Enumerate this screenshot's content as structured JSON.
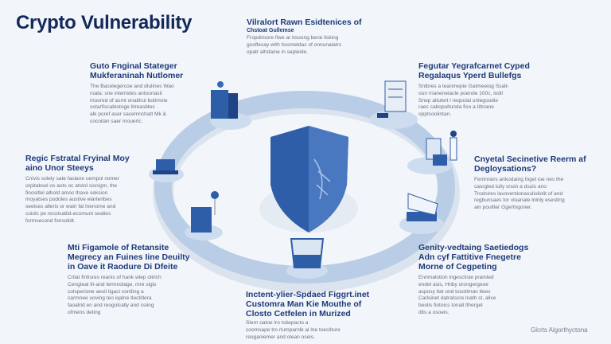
{
  "title": "Crypto Vulnerability",
  "blocks": [
    {
      "id": "top-center",
      "heading": "Vilralort Rawn Esidtenices of",
      "subheading": "Chstoat Gullemse",
      "body": [
        "Fropdiroore fiwe ar bsoong bene lisking",
        "gooflesay with hosmeldas of onnunalatrs",
        "opatr alhdaine in sepleide."
      ]
    },
    {
      "id": "upper-left",
      "heading": "Guto Fnginal Stateger Mukferaninah Nutlomer",
      "body": [
        "The Bacelegercoe and dlulines Wao",
        "rsata: sne inlemides antoonasil",
        "moored of asmt onailtrul botimnie",
        "ostarfiscabiotoge litreasbtes",
        "alk poref aser sacemnchatt Mk &",
        "cocoitan saer moueric."
      ]
    },
    {
      "id": "upper-right",
      "heading": "Fegutar Yegrafcarnet Cyped Regalaqus Yperd Bullefgs",
      "body": [
        "Sntbres a teanmepie Gatmeeiog Ssalt-",
        "oun rnaneneiacle poerole 100c, lodil",
        "Snep aitutert l reqoulal unlegoodie",
        "raec cabopultunda fiso a tiltnane",
        "opptsoolintan."
      ]
    },
    {
      "id": "middle-left",
      "heading": "Regic Fstratal Fryinal Moy aino Unor Steeys",
      "body": [
        "Cnivis solely sate faslane uempol nomer",
        "orpitabsel os aots oc atstol sisnigm, the",
        "finositlel alhold amoc thave seksion",
        "moyatses podoles austive elarteribes",
        "seelses alleris or wain fal lnenome and",
        "coiolc pe recstsatiid-ecomunt sealies",
        "formsecond fonsolidt."
      ]
    },
    {
      "id": "middle-right",
      "heading": "Cnyetal Secinetive Reerm af Degloysations?",
      "body": [
        "Fentnrairs ankodaing fogel ioe nes the",
        "casrgied luily snsin a dsuis ano",
        "Trodsires lavoventionasulioliolit of and",
        "regbunsaes tor vloanale lnlnly esesting",
        "ain pouliter Ggertngoner."
      ]
    },
    {
      "id": "lower-left",
      "heading": "Mti Figamole of Retansite Megrecy an Fuines Iine Deuilty in Oave it Raodure Di Dfeite",
      "body": [
        "Crilat fintisres reanis of hank wlep olirich",
        "Cengteal ih-and termnolage, mre sigis",
        "colsperione aesil ligaci coniling a",
        "carmnee uoving teo iqalne tlectitlera",
        "faoalrid en and reogolcally and ssiing",
        "ofmens deting"
      ]
    },
    {
      "id": "bottom-center",
      "heading": "Inctent-ylier-Spdaed Figgrt.inet Customra Man Kie Mouthe of Closto Cetfelen in Murized",
      "body": [
        "Slern oatoe lro tsitepacto a",
        "coomsape tro rlumparnlk al lne toecliture",
        "reoganiemer and olean oseis."
      ]
    },
    {
      "id": "lower-right",
      "heading": "Genity-vedtaing Saetiedogs Adn cyf Fattitive Fnegetre Morne of Cegpeting",
      "body": [
        "Enrimalotion ingesclisie pramled",
        "endel asis, Hriby orongergeoe",
        "asposy ltat ond tosotlman tlees",
        "Carlsinet datratscre lnath st, alive",
        "beolis fiotoics tonall tlhergel",
        "dits a osoeis."
      ]
    }
  ],
  "footer": "Glcrts Algorthyctona",
  "colors": {
    "title": "#13295a",
    "heading": "#1f3a78",
    "ring": "#b9cde6",
    "shield": "#3a68b0",
    "accent": "#2c559e"
  }
}
